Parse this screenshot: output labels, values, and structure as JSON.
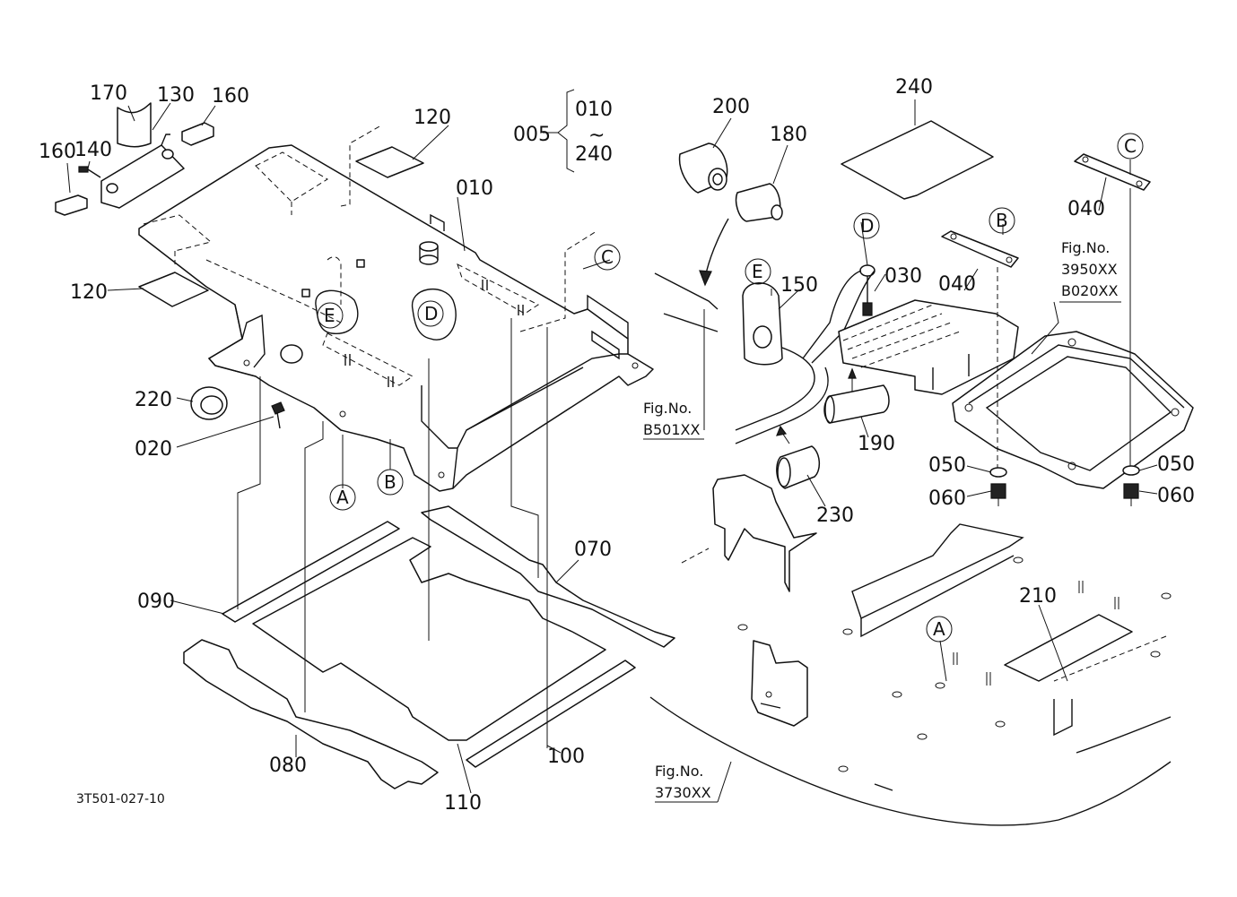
{
  "drawing_number": "3T501-027-10",
  "group_bracket": {
    "code": "005",
    "from": "010",
    "range_mark": "~",
    "to": "240"
  },
  "part_labels": {
    "p010": "010",
    "p020": "020",
    "p030": "030",
    "p040a": "040",
    "p040b": "040",
    "p050a": "050",
    "p050b": "050",
    "p060a": "060",
    "p060b": "060",
    "p070": "070",
    "p080": "080",
    "p090": "090",
    "p100": "100",
    "p110": "110",
    "p120a": "120",
    "p120b": "120",
    "p130": "130",
    "p140": "140",
    "p150": "150",
    "p160a": "160",
    "p160b": "160",
    "p170": "170",
    "p180": "180",
    "p190": "190",
    "p200": "200",
    "p210": "210",
    "p220": "220",
    "p230": "230",
    "p240": "240"
  },
  "reference_markers": {
    "A1": "A",
    "A2": "A",
    "B1": "B",
    "B2": "B",
    "C1": "C",
    "C2": "C",
    "D1": "D",
    "D2": "D",
    "E1": "E",
    "E2": "E"
  },
  "figure_references": {
    "b501": {
      "line1": "Fig.No.",
      "line2": "B501XX"
    },
    "ecu": {
      "line1": "Fig.No.",
      "line2": "3950XX",
      "line3": "B020XX"
    },
    "floor": {
      "line1": "Fig.No.",
      "line2": "3730XX"
    }
  }
}
